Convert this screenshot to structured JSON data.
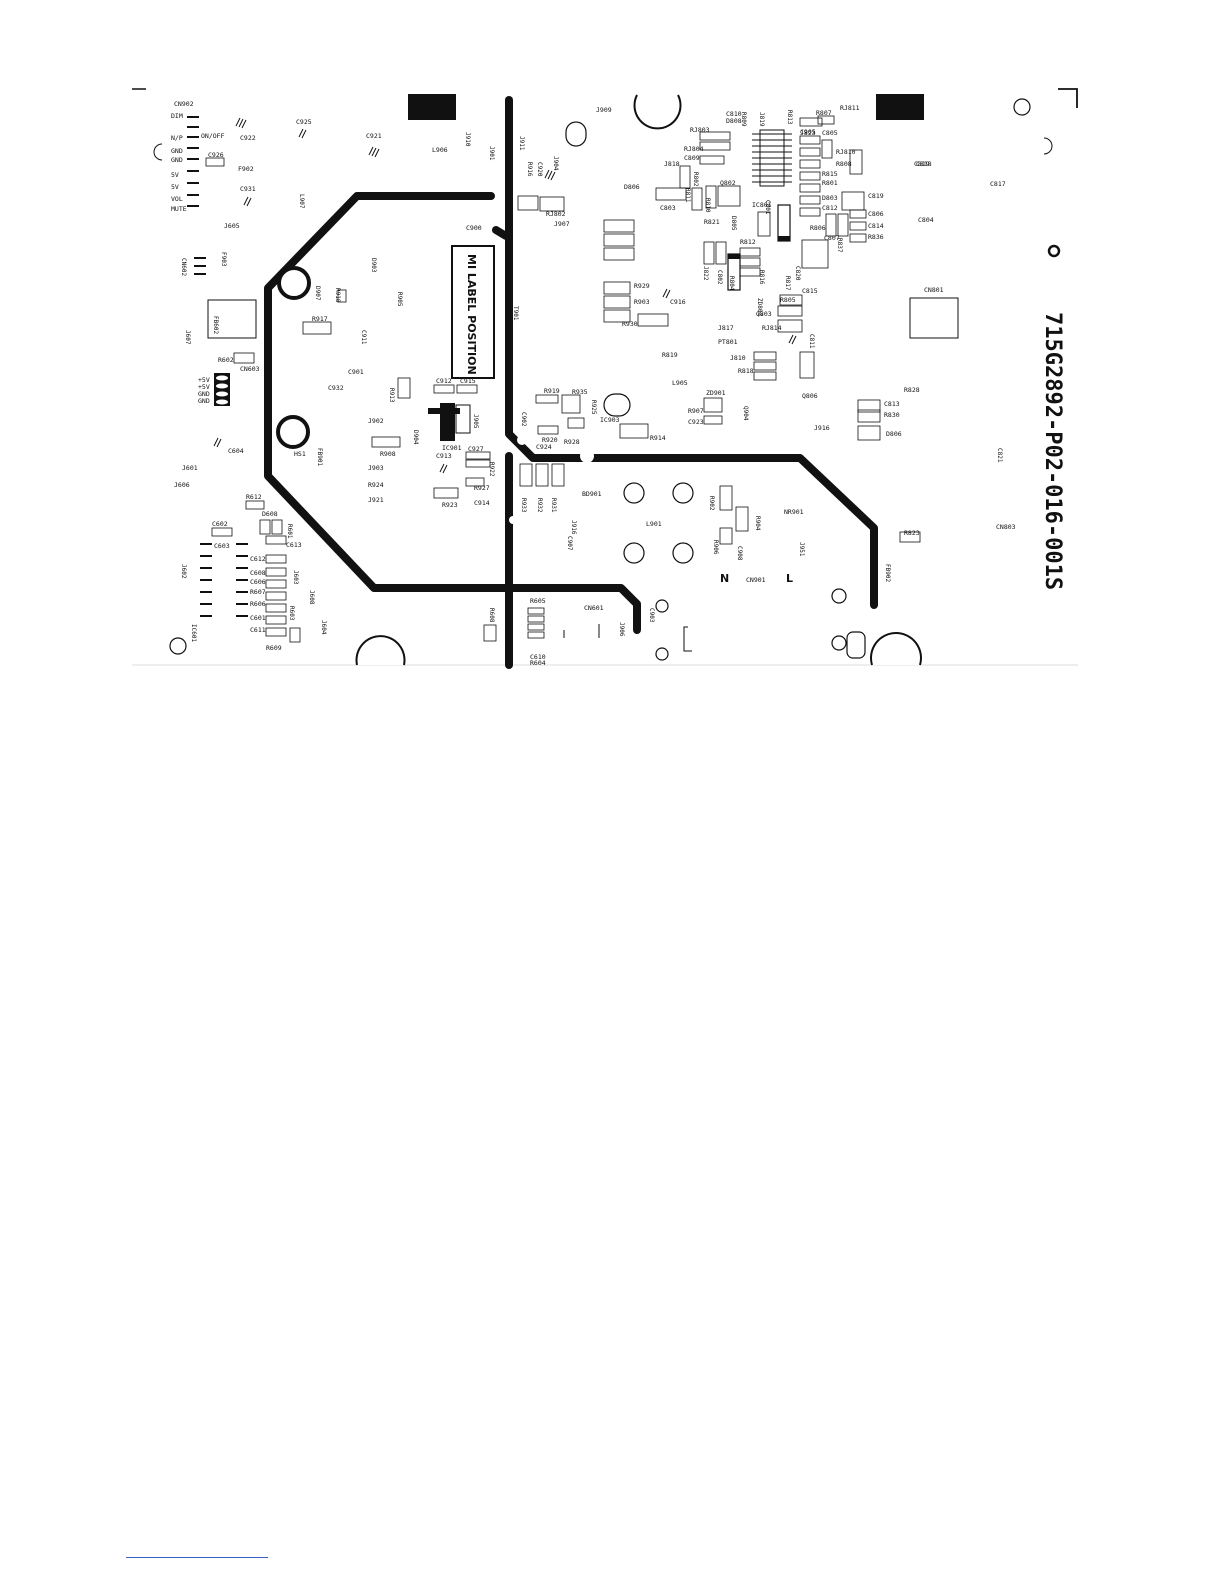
{
  "board": {
    "part_number": "715G2892-P02-016-001S",
    "label_box": "MI LABEL POSITION",
    "power_markings": {
      "neutral": "N",
      "line": "L"
    }
  },
  "connector_cn902": {
    "title": "CN902",
    "pins": [
      "DIM",
      "N/P",
      "ON/OFF",
      "GND",
      "GND",
      "5V",
      "5V",
      "VOL",
      "MUTE"
    ]
  },
  "connector_cn603": {
    "title": "CN603",
    "pins": [
      "+5V",
      "+5V",
      "GND",
      "GND"
    ]
  },
  "labels": [
    "C922",
    "C925",
    "C921",
    "J910",
    "J911",
    "J909",
    "C926",
    "F902",
    "L906",
    "J901",
    "L907",
    "C931",
    "J605",
    "C920",
    "R916",
    "J904",
    "RJ802",
    "J907",
    "C900",
    "CN602",
    "F903",
    "D903",
    "D907",
    "R918",
    "R917",
    "C911",
    "R905",
    "C901",
    "C932",
    "FB602",
    "J607",
    "R602",
    "T901",
    "C604",
    "HS1",
    "R913",
    "J902",
    "D904",
    "C912",
    "C915",
    "C913",
    "IC901",
    "C927",
    "R908",
    "J903",
    "R924",
    "J921",
    "FB901",
    "R923",
    "C914",
    "R922",
    "R927",
    "R919",
    "R935",
    "R925",
    "C902",
    "C924",
    "R920",
    "R928",
    "IC903",
    "R914",
    "J601",
    "J606",
    "R612",
    "D608",
    "C602",
    "C603",
    "C613",
    "C612",
    "C608",
    "C606",
    "R607",
    "R606",
    "C601",
    "C611",
    "R609",
    "J602",
    "IC601",
    "J603",
    "J608",
    "J604",
    "R603",
    "R601",
    "R608",
    "R605",
    "C610",
    "R604",
    "CN601",
    "J906",
    "C903",
    "R933",
    "R932",
    "R931",
    "BD901",
    "J916",
    "C907",
    "L901",
    "R902",
    "R904",
    "R906",
    "C908",
    "NR901",
    "CN901",
    "J951",
    "FB902",
    "C905",
    "C916",
    "R929",
    "R903",
    "R930",
    "J905",
    "J818",
    "RJ803",
    "RJ804",
    "C810",
    "D808",
    "R809",
    "C809",
    "R802",
    "R811",
    "R810",
    "D806",
    "C803",
    "Q802",
    "IC801",
    "C801",
    "D805",
    "J819",
    "R813",
    "R807",
    "RJ811",
    "J823",
    "C805",
    "RJ810",
    "R808",
    "R815",
    "R801",
    "C818",
    "C819",
    "D803",
    "C812",
    "C806",
    "C814",
    "R836",
    "R837",
    "C807",
    "R806",
    "R812",
    "R821",
    "J822",
    "C802",
    "R804",
    "ZD803",
    "R816",
    "R817",
    "R805",
    "C815",
    "Q803",
    "RJ814",
    "C811",
    "C804",
    "C817",
    "CN801",
    "PT801",
    "J817",
    "J810",
    "R818",
    "R819",
    "L905",
    "ZD901",
    "R907",
    "C923",
    "Q904",
    "J916",
    "Q806",
    "R828",
    "C813",
    "R830",
    "D806",
    "C821",
    "R823",
    "CN803",
    "C820",
    "C819"
  ]
}
